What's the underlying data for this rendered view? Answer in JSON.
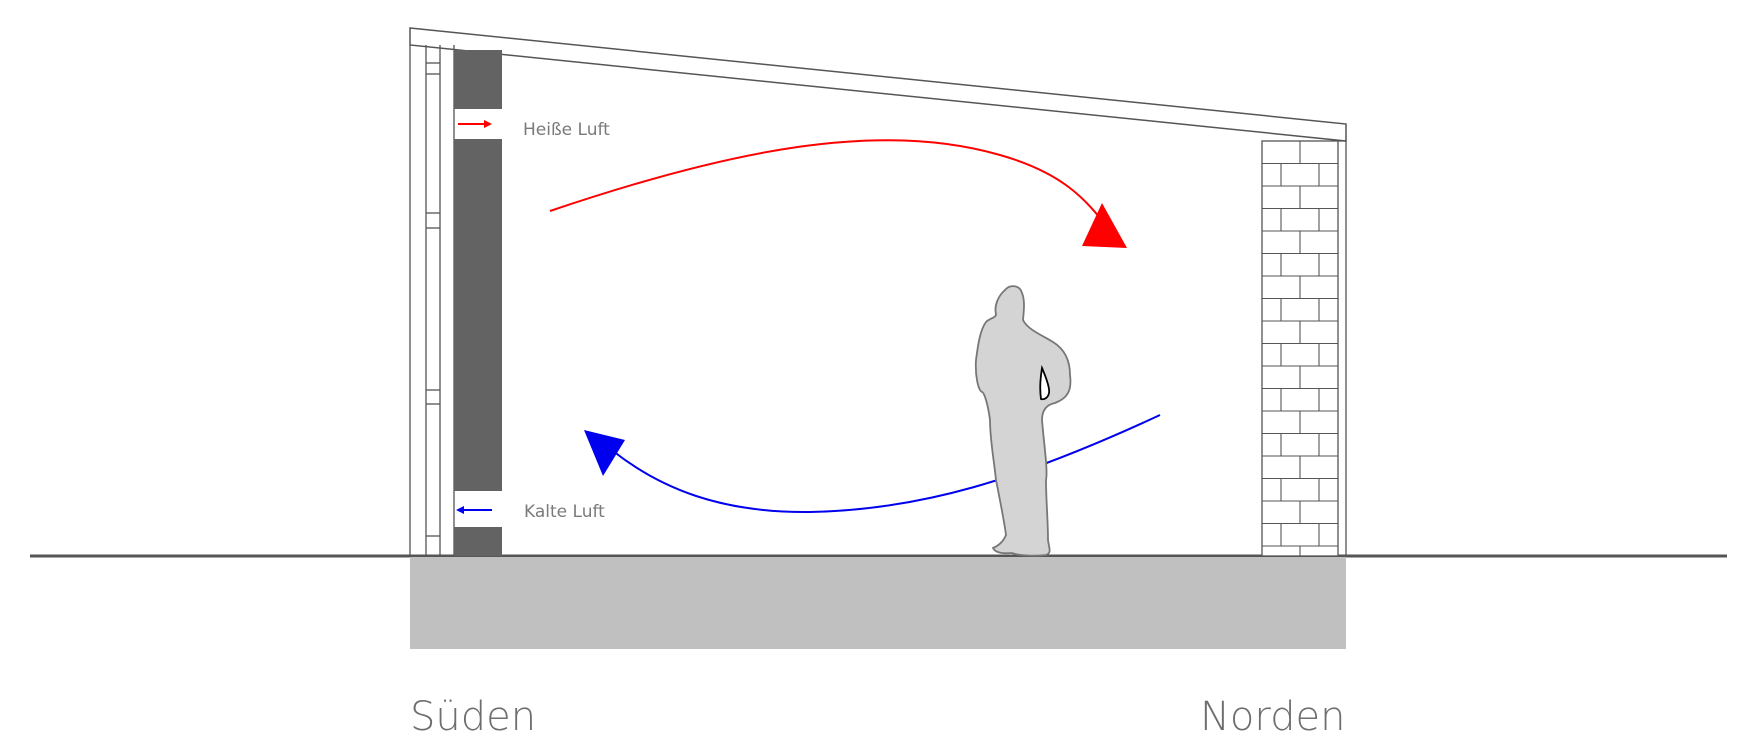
{
  "labels": {
    "hot_air": "Heiße Luft",
    "cold_air": "Kalte Luft",
    "south": "Süden",
    "north": "Norden"
  },
  "colors": {
    "hot": "#ff0000",
    "cold": "#0000ee",
    "storage_wall": "#636363",
    "foundation": "#c0c0c0",
    "lines": "#555555",
    "person_fill": "#d4d4d4"
  }
}
